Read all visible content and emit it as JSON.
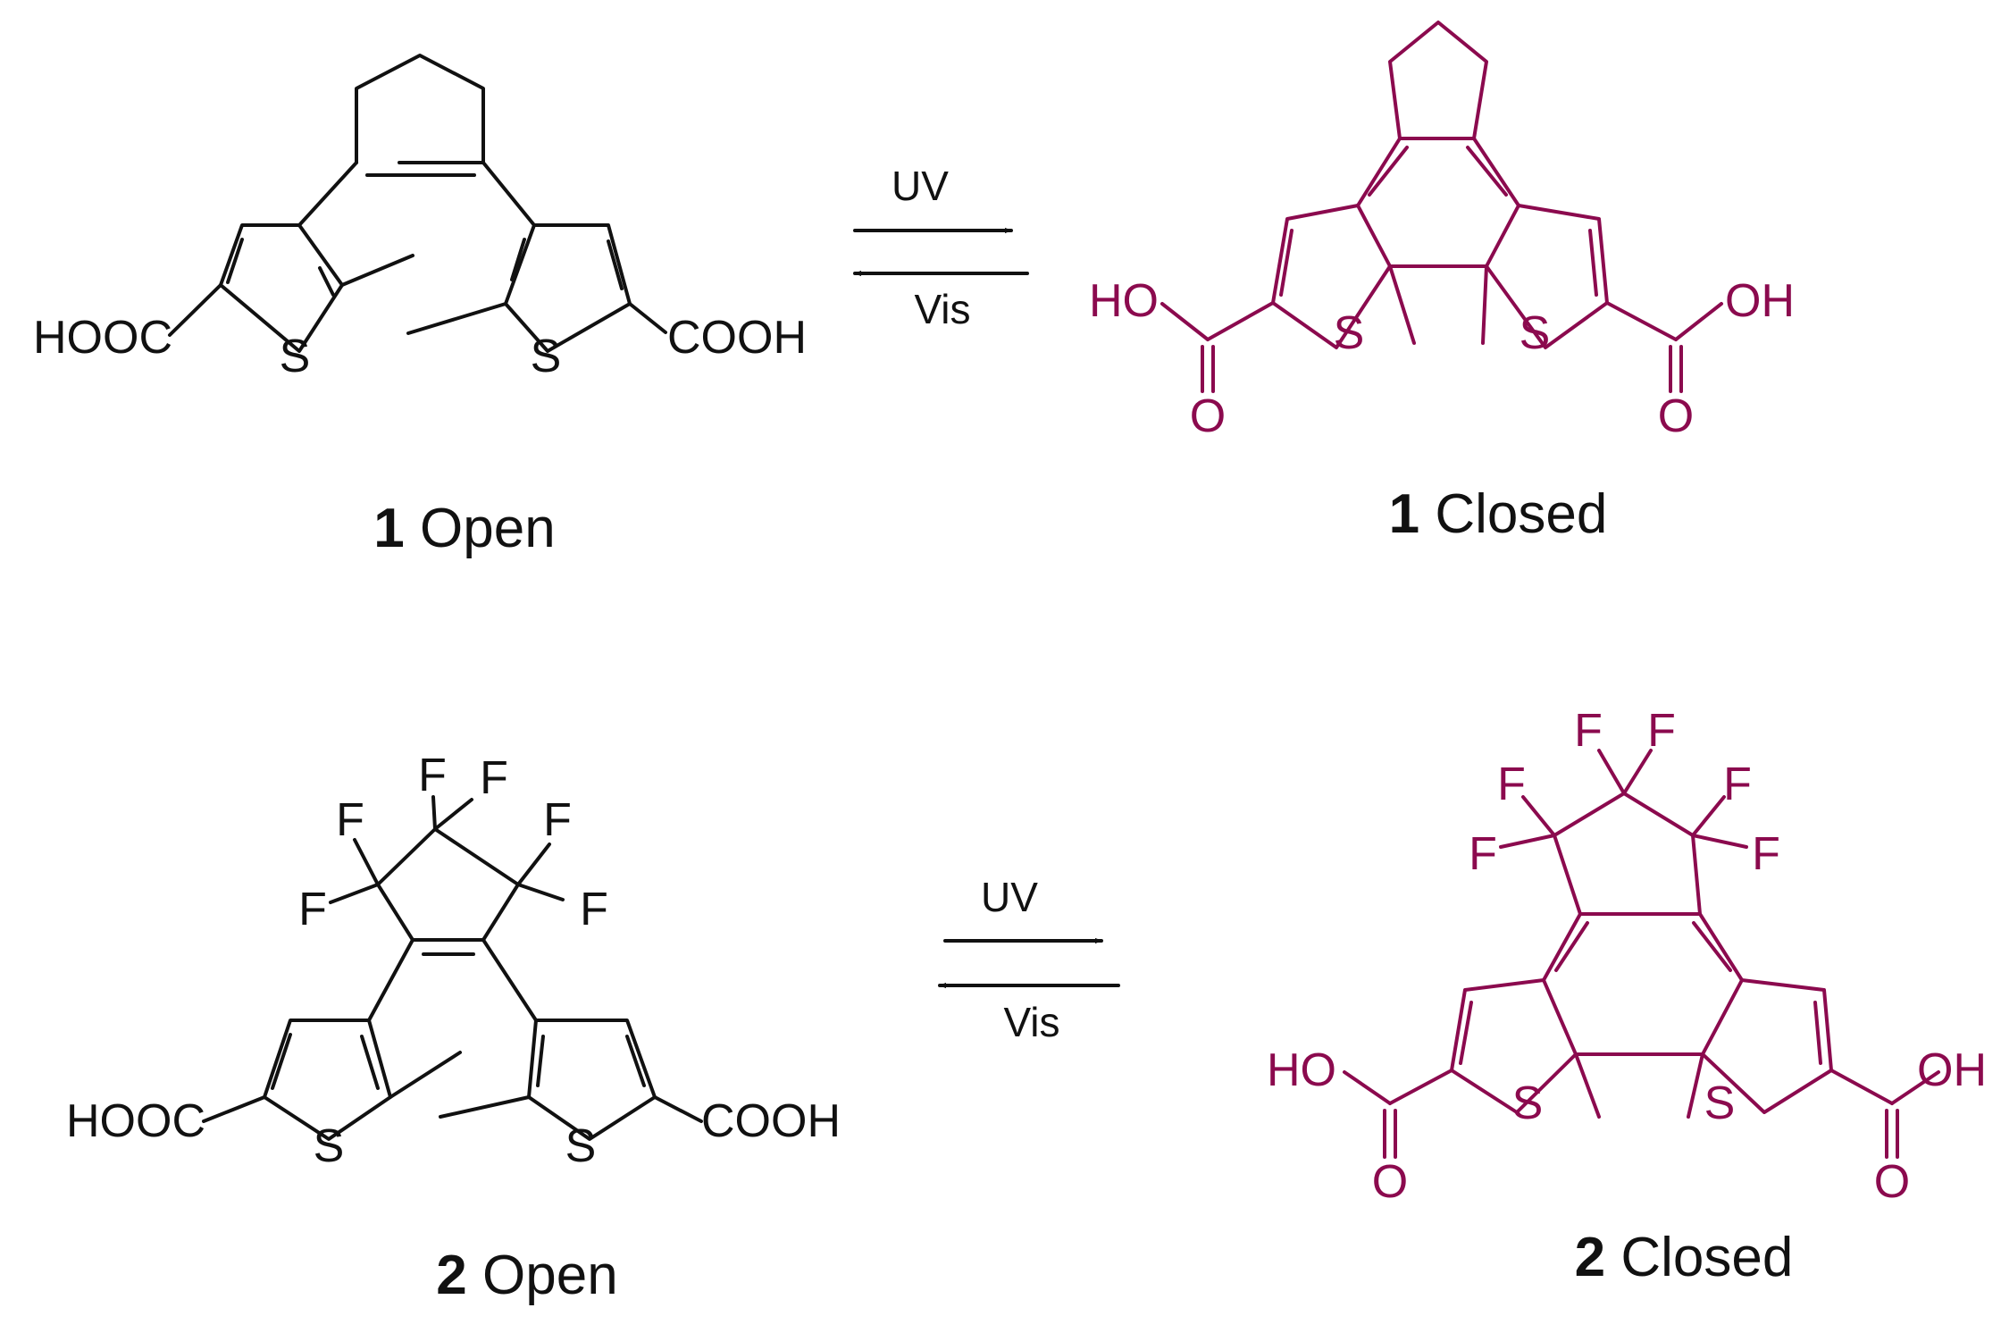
{
  "colors": {
    "open": "#111111",
    "closed": "#8b0a4e"
  },
  "conditions": {
    "forward": "UV",
    "reverse": "Vis"
  },
  "atoms": {
    "sulfur": "S",
    "fluorine": "F",
    "oxygen": "O",
    "hydroxyl": "HO",
    "hydroxyl_right": "OH",
    "acid_left": "HOOC",
    "acid_right": "COOH"
  },
  "compounds": [
    {
      "number": "1",
      "state": "Open"
    },
    {
      "number": "1",
      "state": "Closed"
    },
    {
      "number": "2",
      "state": "Open"
    },
    {
      "number": "2",
      "state": "Closed"
    }
  ]
}
